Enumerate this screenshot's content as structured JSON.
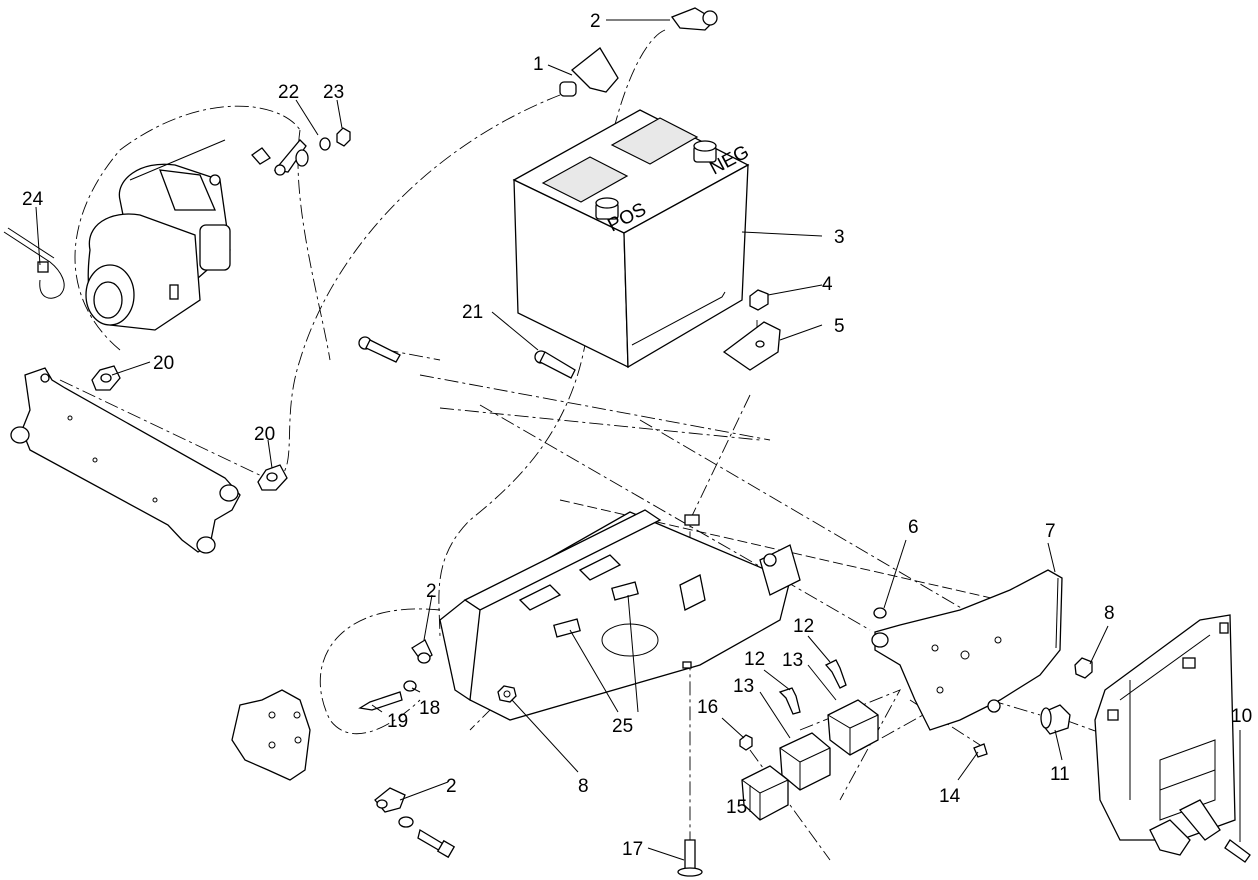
{
  "callouts": [
    {
      "id": "c1",
      "label": "1"
    },
    {
      "id": "c2a",
      "label": "2"
    },
    {
      "id": "c3",
      "label": "3"
    },
    {
      "id": "c4",
      "label": "4"
    },
    {
      "id": "c5",
      "label": "5"
    },
    {
      "id": "c6",
      "label": "6"
    },
    {
      "id": "c7",
      "label": "7"
    },
    {
      "id": "c8a",
      "label": "8"
    },
    {
      "id": "c8b",
      "label": "8"
    },
    {
      "id": "c10",
      "label": "10"
    },
    {
      "id": "c11",
      "label": "11"
    },
    {
      "id": "c12a",
      "label": "12"
    },
    {
      "id": "c12b",
      "label": "12"
    },
    {
      "id": "c13a",
      "label": "13"
    },
    {
      "id": "c13b",
      "label": "13"
    },
    {
      "id": "c14",
      "label": "14"
    },
    {
      "id": "c15",
      "label": "15"
    },
    {
      "id": "c16",
      "label": "16"
    },
    {
      "id": "c17",
      "label": "17"
    },
    {
      "id": "c18",
      "label": "18"
    },
    {
      "id": "c19",
      "label": "19"
    },
    {
      "id": "c2b",
      "label": "2"
    },
    {
      "id": "c2c",
      "label": "2"
    },
    {
      "id": "c20a",
      "label": "20"
    },
    {
      "id": "c20b",
      "label": "20"
    },
    {
      "id": "c21",
      "label": "21"
    },
    {
      "id": "c22",
      "label": "22"
    },
    {
      "id": "c23",
      "label": "23"
    },
    {
      "id": "c24",
      "label": "24"
    },
    {
      "id": "c25",
      "label": "25"
    }
  ],
  "battery": {
    "neg_marking": "NEG",
    "pos_marking": "POS"
  }
}
